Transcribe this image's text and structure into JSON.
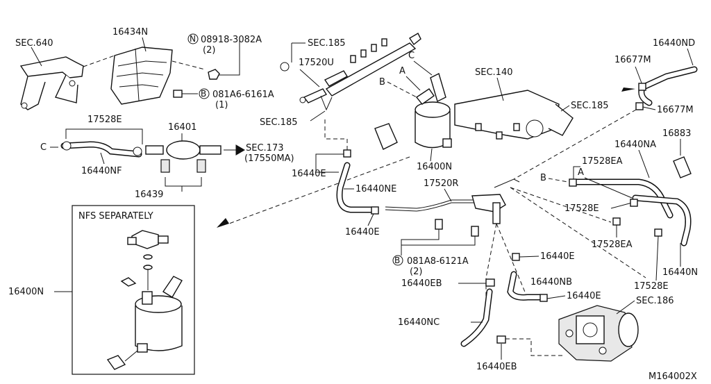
{
  "labels": {
    "sec640": "SEC.640",
    "p16434N": "16434N",
    "nut_code": "08918-3082A",
    "nut_code_prefix": "N",
    "nut_qty": "(2)",
    "sec185_a": "SEC.185",
    "p17520U": "17520U",
    "bolt_code": "081A6-6161A",
    "bolt_code_prefix": "B",
    "bolt_qty": "(1)",
    "sec185_b": "SEC.185",
    "p17528E_top": "17528E",
    "p16401": "16401",
    "sec173": "SEC.173",
    "sec173_sub": "(17550MA)",
    "ref_C_left": "C",
    "p16440NF": "16440NF",
    "p16439": "16439",
    "p16440E_a": "16440E",
    "ref_C_top": "C",
    "ref_A_top": "A",
    "ref_B_top": "B",
    "sec140": "SEC.140",
    "p16400N": "16400N",
    "p16440NE": "16440NE",
    "p17520R": "17520R",
    "p16440E_b": "16440E",
    "bolt2_code": "081A8-6121A",
    "bolt2_code_prefix": "B",
    "bolt2_qty": "(2)",
    "p16440ND": "16440ND",
    "p16677M_a": "16677M",
    "sec185_c": "SEC.185",
    "p16677M_b": "16677M",
    "p16883": "16883",
    "p16440NA": "16440NA",
    "p17528EA_a": "17528EA",
    "ref_B_mid": "B",
    "ref_A_mid": "A",
    "p17528E_mid": "17528E",
    "p17528EA_b": "17528EA",
    "p16440N_right": "16440N",
    "p17528E_bot": "17528E",
    "p16440E_c": "16440E",
    "p16440EB_a": "16440EB",
    "p16440NB": "16440NB",
    "p16440E_d": "16440E",
    "sec186": "SEC.186",
    "p16440NC": "16440NC",
    "p16440EB_b": "16440EB",
    "nfs_title": "NFS SEPARATELY",
    "p16400N_left": "16400N",
    "figure_id": "M164002X"
  }
}
